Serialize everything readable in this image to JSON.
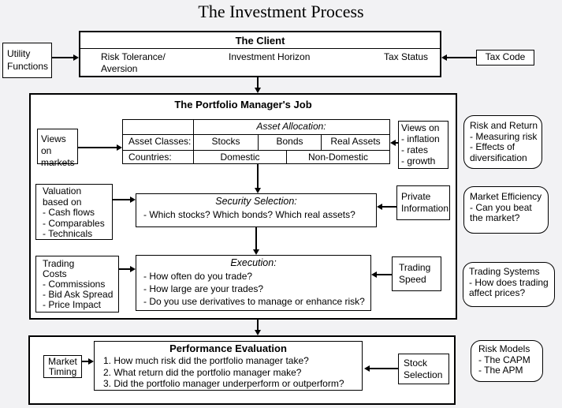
{
  "title": "The Investment Process",
  "client": {
    "heading": "The Client",
    "risk_tolerance": "Risk Tolerance/\nAversion",
    "investment_horizon": "Investment Horizon",
    "tax_status": "Tax Status"
  },
  "side_inputs": {
    "utility_functions": "Utility\nFunctions",
    "tax_code": "Tax Code"
  },
  "portfolio_manager": {
    "heading": "The Portfolio Manager's Job",
    "asset_allocation": {
      "heading": "Asset Allocation:",
      "row1_label": "Asset Classes:",
      "asset_classes": [
        "Stocks",
        "Bonds",
        "Real Assets"
      ],
      "row2_label": "Countries:",
      "countries": [
        "Domestic",
        "Non-Domestic"
      ],
      "views_markets": "Views on\nmarkets",
      "views_macro": "Views on\n- inflation\n- rates\n- growth"
    },
    "security_selection": {
      "heading": "Security Selection:",
      "question": "- Which stocks? Which bonds? Which real assets?",
      "valuation": "Valuation\nbased on\n- Cash flows\n- Comparables\n- Technicals",
      "private_information": "Private\nInformation"
    },
    "execution": {
      "heading": "Execution:",
      "questions": "- How often do you trade?\n- How large are your trades?\n- Do you use derivatives to manage or enhance risk?",
      "trading_costs": "Trading\nCosts\n- Commissions\n- Bid Ask Spread\n- Price Impact",
      "trading_speed": "Trading\nSpeed"
    }
  },
  "performance": {
    "heading": "Performance Evaluation",
    "questions": "1. How much risk did the portfolio manager take?\n2. What return did the portfolio manager make?\n3. Did the portfolio manager underperform or outperform?",
    "market_timing": "Market\nTiming",
    "stock_selection": "Stock\nSelection"
  },
  "annotations": [
    "Risk and Return\n- Measuring risk\n- Effects of\ndiversification",
    "Market Efficiency\n- Can you beat\nthe market?",
    "Trading Systems\n- How does trading\naffect prices?",
    "Risk Models\n- The CAPM\n- The APM"
  ]
}
